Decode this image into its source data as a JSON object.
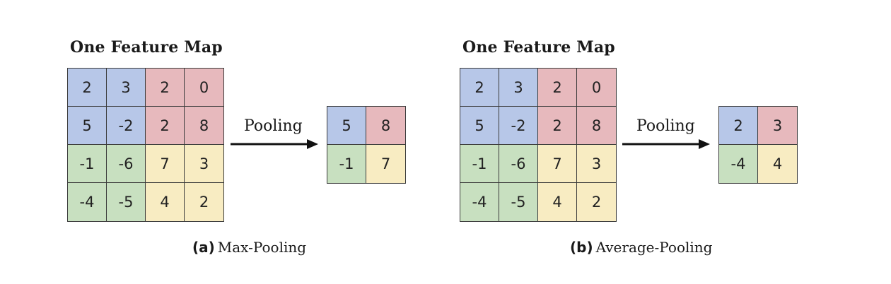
{
  "colors": {
    "blue": "#b7c7e8",
    "red": "#e7b9bd",
    "green": "#c8e0c0",
    "yellow": "#f8ecc2",
    "border": "#3a3a3a"
  },
  "panels": [
    {
      "title": "One Feature Map",
      "arrow_label": "Pooling",
      "feature_map": [
        [
          {
            "v": "2",
            "c": "blue"
          },
          {
            "v": "3",
            "c": "blue"
          },
          {
            "v": "2",
            "c": "red"
          },
          {
            "v": "0",
            "c": "red"
          }
        ],
        [
          {
            "v": "5",
            "c": "blue"
          },
          {
            "v": "-2",
            "c": "blue"
          },
          {
            "v": "2",
            "c": "red"
          },
          {
            "v": "8",
            "c": "red"
          }
        ],
        [
          {
            "v": "-1",
            "c": "green"
          },
          {
            "v": "-6",
            "c": "green"
          },
          {
            "v": "7",
            "c": "yellow"
          },
          {
            "v": "3",
            "c": "yellow"
          }
        ],
        [
          {
            "v": "-4",
            "c": "green"
          },
          {
            "v": "-5",
            "c": "green"
          },
          {
            "v": "4",
            "c": "yellow"
          },
          {
            "v": "2",
            "c": "yellow"
          }
        ]
      ],
      "output": [
        [
          {
            "v": "5",
            "c": "blue"
          },
          {
            "v": "8",
            "c": "red"
          }
        ],
        [
          {
            "v": "-1",
            "c": "green"
          },
          {
            "v": "7",
            "c": "yellow"
          }
        ]
      ],
      "caption_tag": "(a)",
      "caption_text": "Max-Pooling"
    },
    {
      "title": "One Feature Map",
      "arrow_label": "Pooling",
      "feature_map": [
        [
          {
            "v": "2",
            "c": "blue"
          },
          {
            "v": "3",
            "c": "blue"
          },
          {
            "v": "2",
            "c": "red"
          },
          {
            "v": "0",
            "c": "red"
          }
        ],
        [
          {
            "v": "5",
            "c": "blue"
          },
          {
            "v": "-2",
            "c": "blue"
          },
          {
            "v": "2",
            "c": "red"
          },
          {
            "v": "8",
            "c": "red"
          }
        ],
        [
          {
            "v": "-1",
            "c": "green"
          },
          {
            "v": "-6",
            "c": "green"
          },
          {
            "v": "7",
            "c": "yellow"
          },
          {
            "v": "3",
            "c": "yellow"
          }
        ],
        [
          {
            "v": "-4",
            "c": "green"
          },
          {
            "v": "-5",
            "c": "green"
          },
          {
            "v": "4",
            "c": "yellow"
          },
          {
            "v": "2",
            "c": "yellow"
          }
        ]
      ],
      "output": [
        [
          {
            "v": "2",
            "c": "blue"
          },
          {
            "v": "3",
            "c": "red"
          }
        ],
        [
          {
            "v": "-4",
            "c": "green"
          },
          {
            "v": "4",
            "c": "yellow"
          }
        ]
      ],
      "caption_tag": "(b)",
      "caption_text": "Average-Pooling"
    }
  ]
}
